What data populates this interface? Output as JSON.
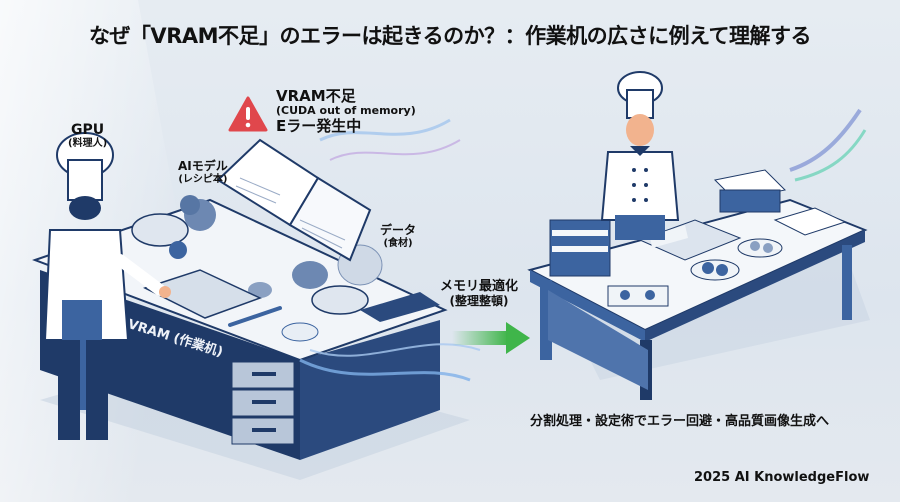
{
  "title": "なぜ「VRAM不足」のエラーは起きるのか？：作業机の広さに例えて理解する",
  "left_scene": {
    "gpu_label": {
      "main": "GPU",
      "sub": "(料理人)"
    },
    "model_label": {
      "main": "AIモデル",
      "sub": "(レシピ本)"
    },
    "data_label": {
      "main": "データ",
      "sub": "(食材)"
    },
    "vram_label": "VRAM (作業机)",
    "warning": {
      "icon": "warning-triangle-icon",
      "line1": "VRAM不足",
      "line2": "(CUDA out of memory)",
      "line3": "Eラー発生中",
      "color": "#e0474c"
    }
  },
  "transition": {
    "main": "メモリ最適化",
    "sub": "(整理整頓)",
    "arrow_color": "#3fb54a"
  },
  "right_scene": {
    "caption": "分割処理・設定術でエラー回避・高品質画像生成へ"
  },
  "credit": "2025 AI KnowledgeFlow",
  "colors": {
    "background": "#e3e9f0",
    "navy": "#1f3a68",
    "blue": "#3c64a0",
    "light_blue": "#c9d6e6",
    "table_top": "#f2f5f9"
  }
}
